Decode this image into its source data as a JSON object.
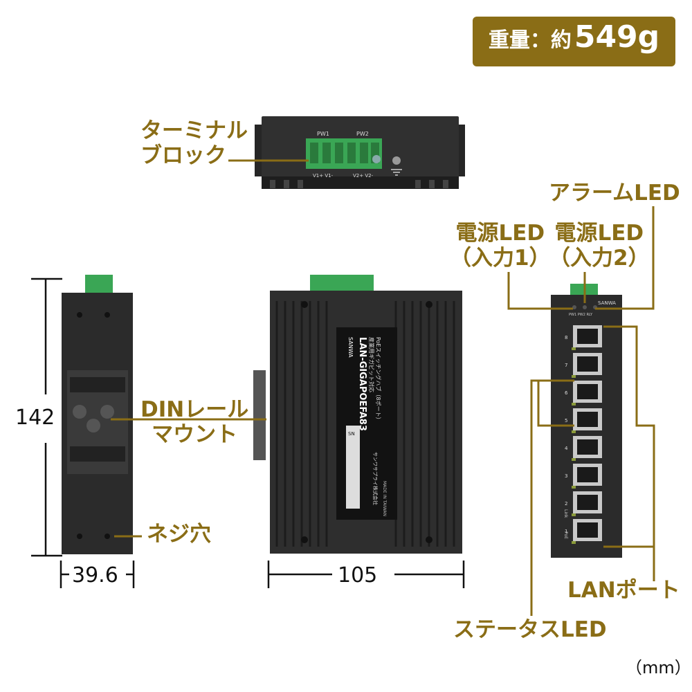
{
  "weight": {
    "label": "重量：約",
    "value": "549g"
  },
  "callouts": {
    "terminal_line1": "ターミナル",
    "terminal_line2": "ブロック",
    "alarm_led": "アラームLED",
    "power_led1_line1": "電源LED",
    "power_led1_line2": "（入力1）",
    "power_led2_line1": "電源LED",
    "power_led2_line2": "（入力2）",
    "din_line1": "DINレール",
    "din_line2": "マウント",
    "screw_hole": "ネジ穴",
    "lan_port": "LANポート",
    "status_led": "ステータスLED"
  },
  "dimensions": {
    "height": "142",
    "depth": "39.6",
    "width": "105",
    "unit": "（mm）"
  },
  "device_label": {
    "brand": "SANWA",
    "model": "LAN-GIGAPOEFA83",
    "desc1": "産業用ギガビット対応",
    "desc2": "PoEスイッチングハブ（8ポート）",
    "sn": "SN",
    "maker": "サンワサプライ株式会社",
    "made_in": "MADE IN TAIWAN"
  },
  "top_view": {
    "pw1": "PW1",
    "pw2": "PW2",
    "v1": "V1+ V1-",
    "v2": "V2+ V2-"
  },
  "front_panel": {
    "led_labels": "PW1 PW2 RLY",
    "brand": "SANWA",
    "port_numbers": [
      "8",
      "7",
      "6",
      "5",
      "4",
      "3",
      "2",
      "1"
    ],
    "link": "Link",
    "poe": "PoE"
  },
  "colors": {
    "accent": "#8a6d16",
    "device": "#2b2b2b",
    "terminal": "#3aa655"
  }
}
